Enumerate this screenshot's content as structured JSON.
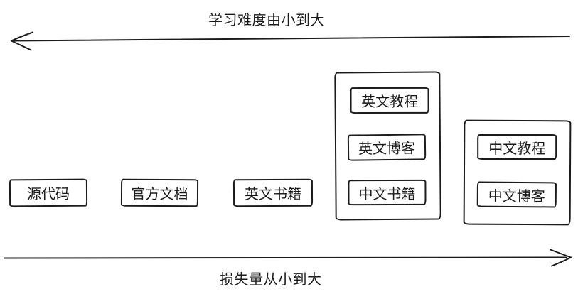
{
  "colors": {
    "stroke": "#1b1b1b",
    "background": "#ffffff"
  },
  "axes": {
    "difficulty": {
      "label": "学习难度由小到大",
      "arrow_direction": "left"
    },
    "loss": {
      "label": "损失量从小到大",
      "arrow_direction": "right"
    }
  },
  "boxes": [
    {
      "label": "源代码"
    },
    {
      "label": "官方文档"
    },
    {
      "label": "英文书籍"
    }
  ],
  "groups": [
    {
      "items": [
        {
          "label": "英文教程"
        },
        {
          "label": "英文博客"
        },
        {
          "label": "中文书籍"
        }
      ]
    },
    {
      "items": [
        {
          "label": "中文教程"
        },
        {
          "label": "中文博客"
        }
      ]
    }
  ]
}
